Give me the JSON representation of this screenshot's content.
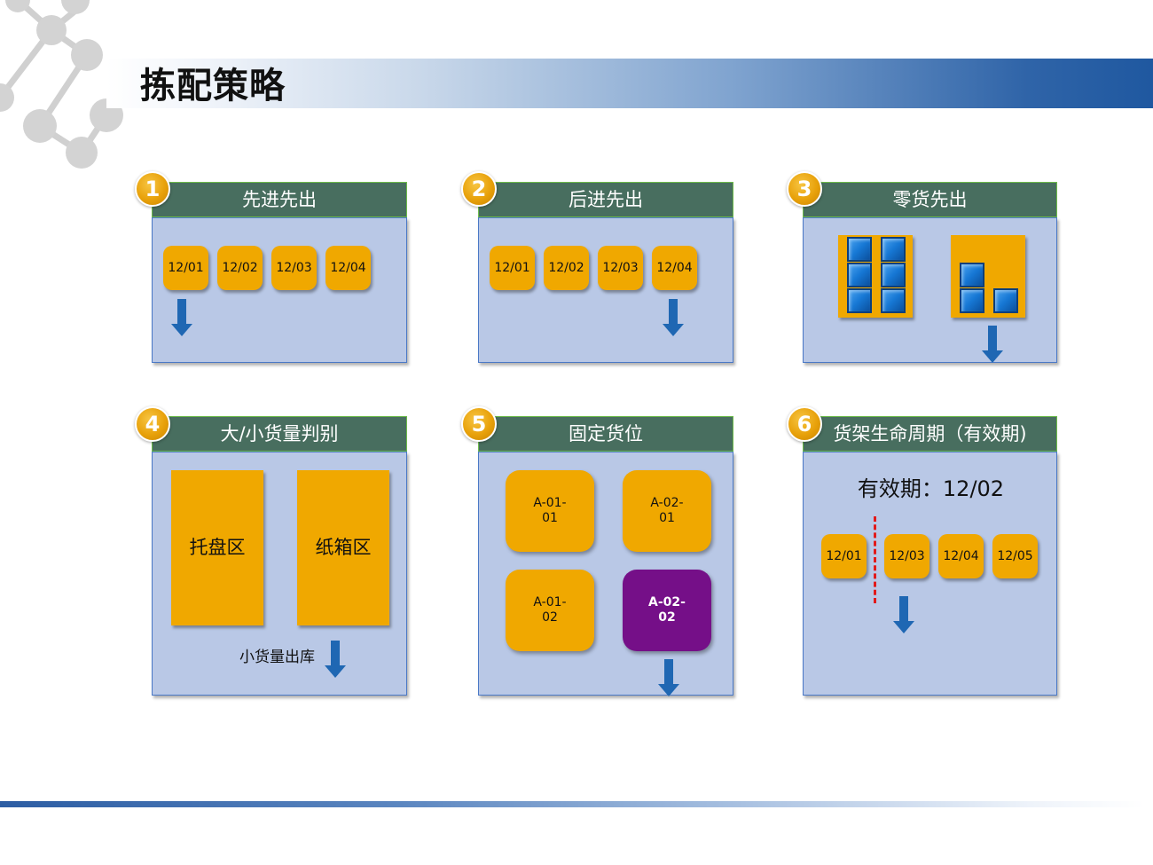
{
  "page": {
    "title": "拣配策略"
  },
  "panels": [
    {
      "number": "1",
      "title": "先进先出",
      "chips": [
        "12/01",
        "12/02",
        "12/03",
        "12/04"
      ]
    },
    {
      "number": "2",
      "title": "后进先出",
      "chips": [
        "12/01",
        "12/02",
        "12/03",
        "12/04"
      ]
    },
    {
      "number": "3",
      "title": "零货先出"
    },
    {
      "number": "4",
      "title": "大/小货量判别",
      "zones": [
        "托盘区",
        "纸箱区"
      ],
      "caption": "小货量出库"
    },
    {
      "number": "5",
      "title": "固定货位",
      "slots": [
        "A-01-\n01",
        "A-02-\n01",
        "A-01-\n02",
        "A-02-\n02"
      ]
    },
    {
      "number": "6",
      "title": "货架生命周期（有效期)",
      "expiry_label": "有效期：12/02",
      "chips": [
        "12/01",
        "12/03",
        "12/04",
        "12/05"
      ]
    }
  ],
  "colors": {
    "panel_header": "#486e5f",
    "panel_body": "#b9c8e6",
    "chip": "#f0a800",
    "highlight_slot": "#750f88",
    "arrow": "#1f67b3",
    "cutoff_line": "#e21a1a"
  },
  "icons": [
    "molecule-decoration-icon",
    "down-arrow-icon",
    "stacked-boxes-icon"
  ]
}
